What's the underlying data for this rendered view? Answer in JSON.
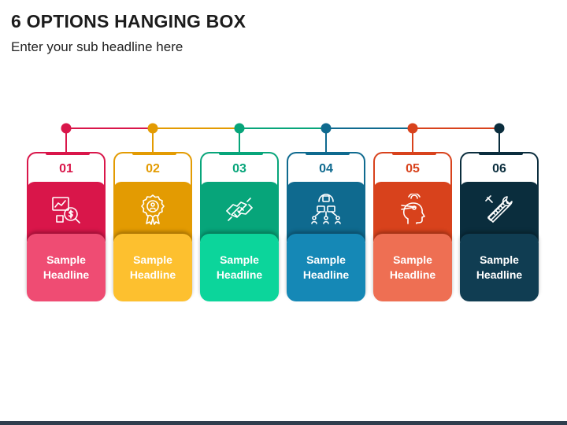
{
  "title": "6 OPTIONS HANGING BOX",
  "subtitle": "Enter your sub headline here",
  "options": [
    {
      "number": "01",
      "label": "Sample Headline",
      "icon": "money-analysis-icon",
      "color_light": "#ef4c73",
      "color_dark": "#d9164a"
    },
    {
      "number": "02",
      "label": "Sample Headline",
      "icon": "award-badge-icon",
      "color_light": "#fdc02f",
      "color_dark": "#e39b02"
    },
    {
      "number": "03",
      "label": "Sample Headline",
      "icon": "handshake-icon",
      "color_light": "#0cd59b",
      "color_dark": "#07a57a"
    },
    {
      "number": "04",
      "label": "Sample Headline",
      "icon": "network-chat-icon",
      "color_light": "#1588b6",
      "color_dark": "#0f6a8f"
    },
    {
      "number": "05",
      "label": "Sample Headline",
      "icon": "head-vision-icon",
      "color_light": "#ee6f53",
      "color_dark": "#d8421c"
    },
    {
      "number": "06",
      "label": "Sample Headline",
      "icon": "tools-icon",
      "color_light": "#103d52",
      "color_dark": "#0a2d3d"
    }
  ]
}
